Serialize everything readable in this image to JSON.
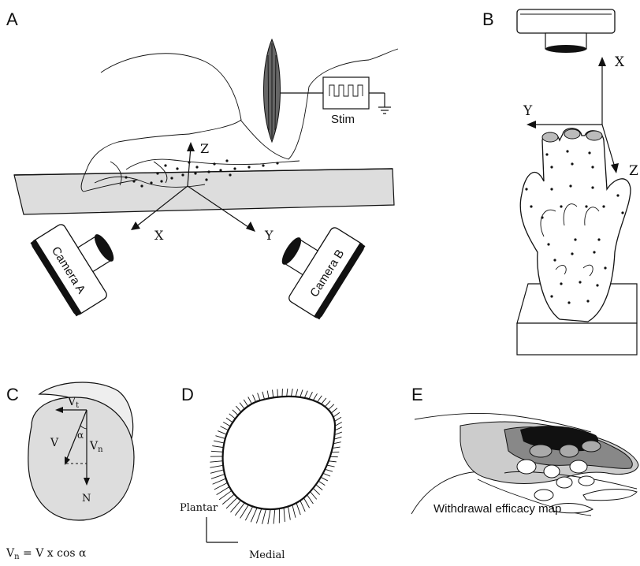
{
  "panels": {
    "a": {
      "letter": "A",
      "stim_label": "Stim",
      "axis_x": "X",
      "axis_y": "Y",
      "axis_z": "Z",
      "camera_a": "Camera A",
      "camera_b": "Camera B"
    },
    "b": {
      "letter": "B",
      "axis_x": "X",
      "axis_y": "Y",
      "axis_z": "Z"
    },
    "c": {
      "letter": "C",
      "v_t_main": "V",
      "v_t_sub": "t",
      "v_label": "V",
      "v_n_main": "V",
      "v_n_sub": "n",
      "alpha": "α",
      "n_label": "N",
      "formula_lhs": "V",
      "formula_sub": "n",
      "formula_rhs": " = V  x cos α"
    },
    "d": {
      "letter": "D",
      "plantar": "Plantar",
      "medial": "Medial"
    },
    "e": {
      "letter": "E",
      "caption": "Withdrawal efficacy map"
    }
  }
}
